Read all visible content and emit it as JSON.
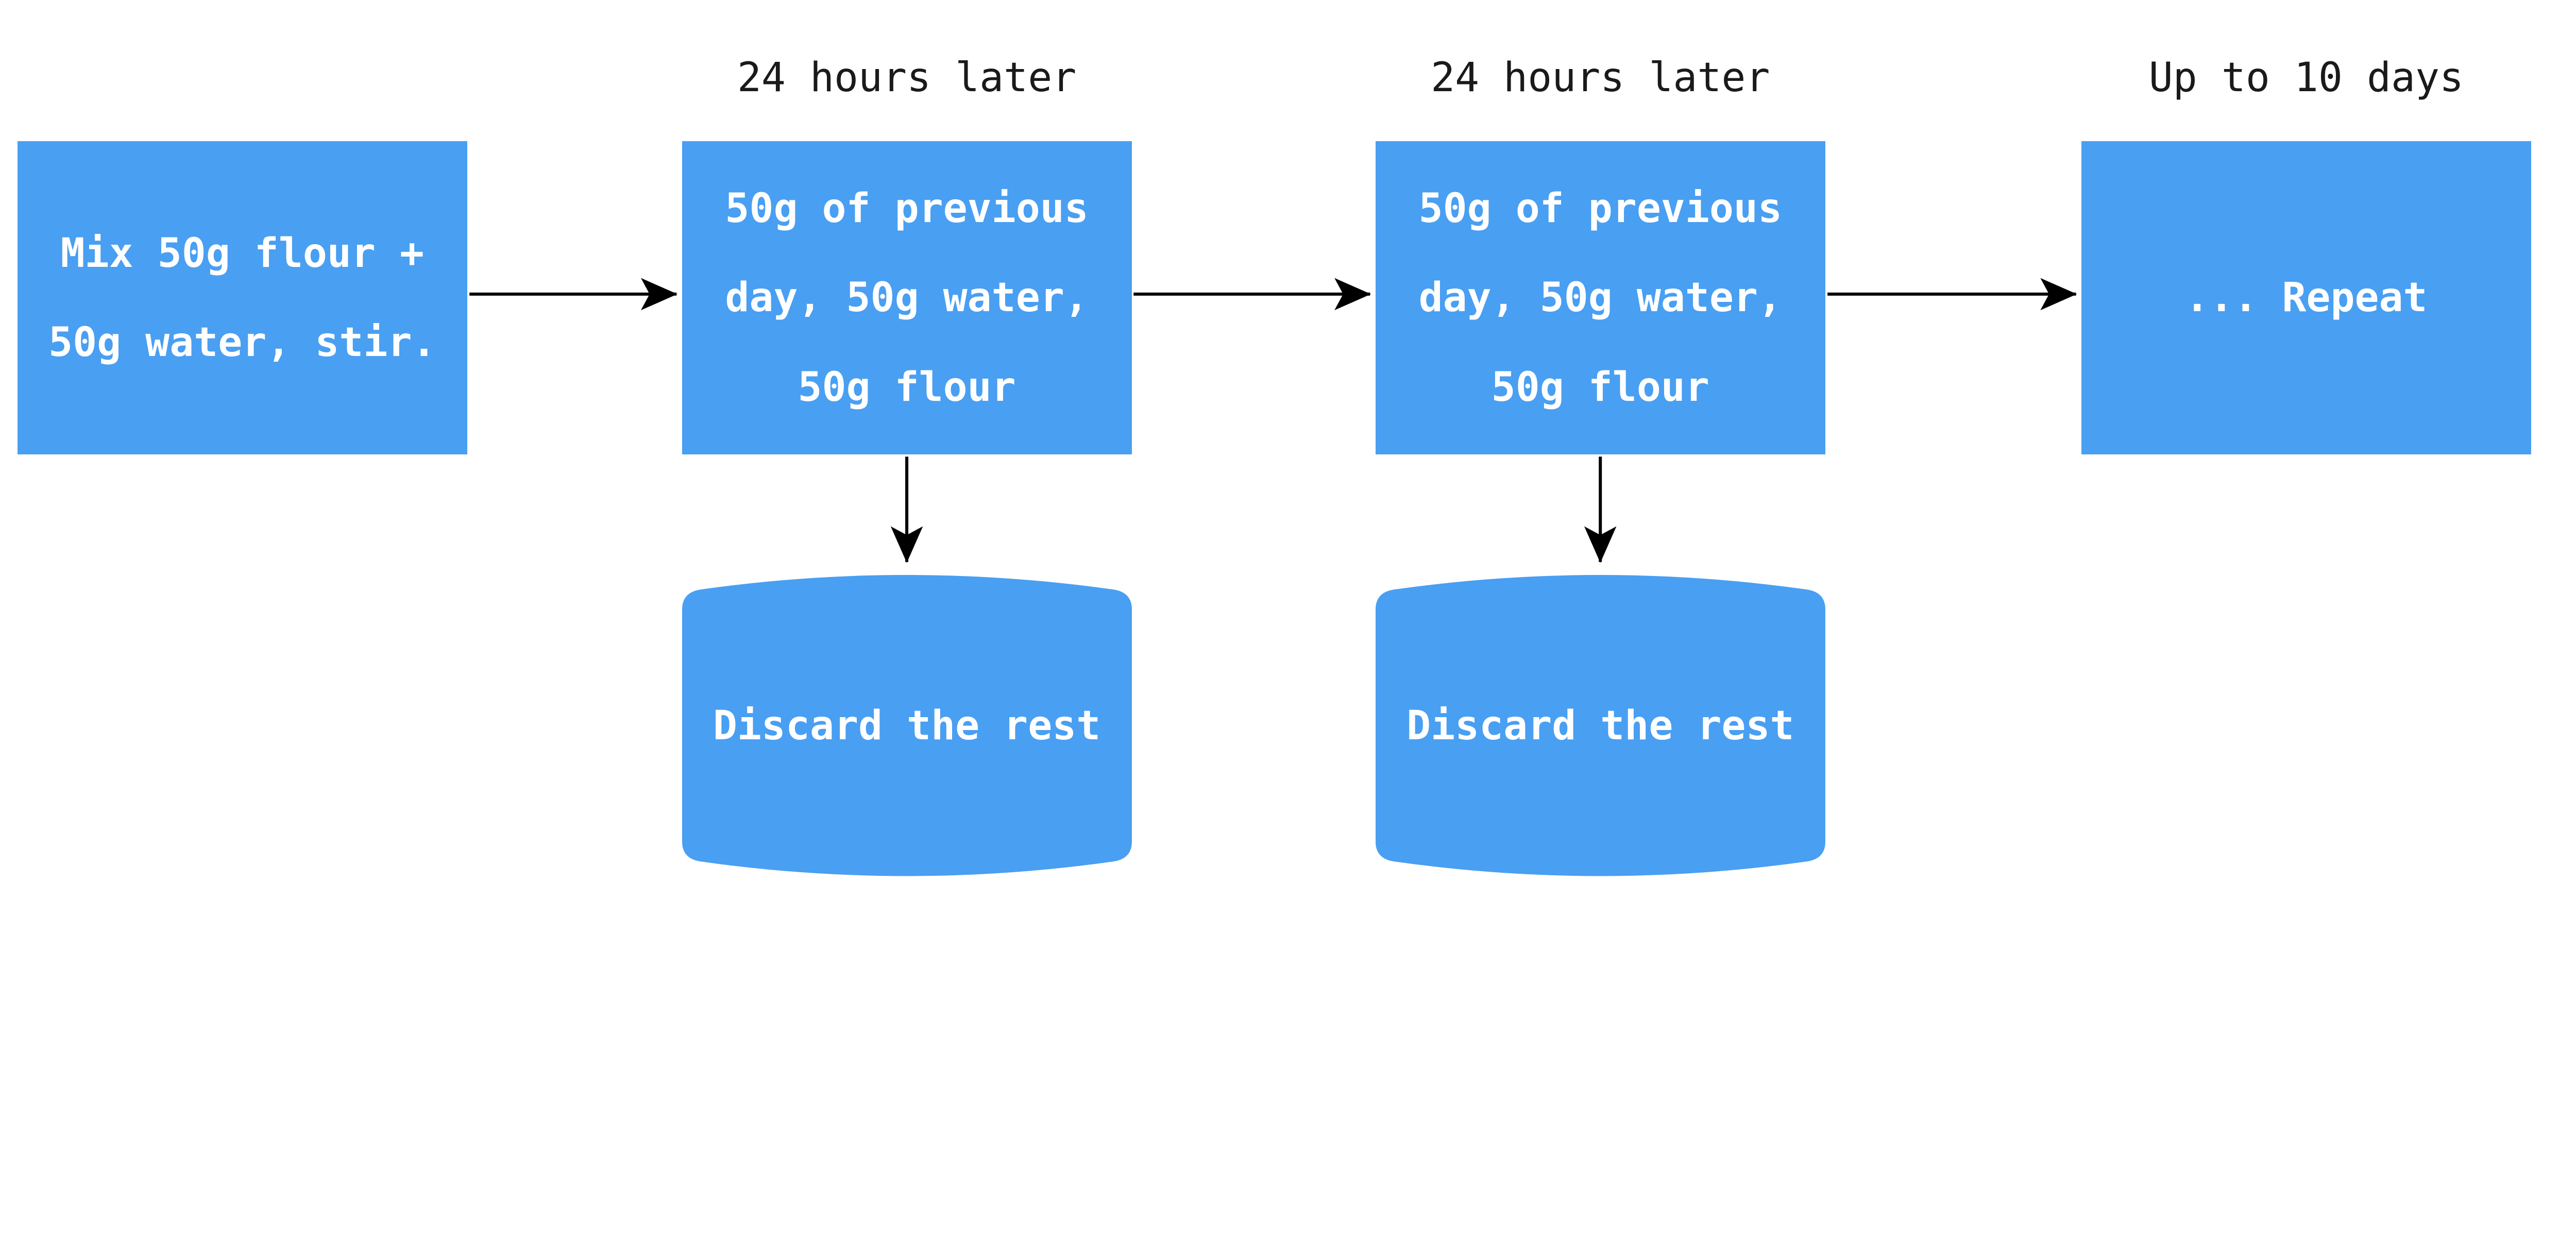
{
  "colors": {
    "background": "#ffffff",
    "node_fill": "#499FF2",
    "node_text": "#ffffff",
    "label_text": "#1a1a1a",
    "arrow": "#000000"
  },
  "labels": {
    "after_day1": {
      "text": "24 hours later"
    },
    "after_day2": {
      "text": "24 hours later"
    },
    "duration": {
      "text": "Up to 10 days"
    }
  },
  "nodes": {
    "start": {
      "text": "Mix 50g flour +\n50g water, stir."
    },
    "feed1": {
      "text": "50g of previous\nday, 50g water,\n50g flour"
    },
    "feed2": {
      "text": "50g of previous\nday, 50g water,\n50g flour"
    },
    "repeat": {
      "text": "... Repeat"
    },
    "discard1": {
      "text": "Discard the rest"
    },
    "discard2": {
      "text": "Discard the rest"
    }
  }
}
